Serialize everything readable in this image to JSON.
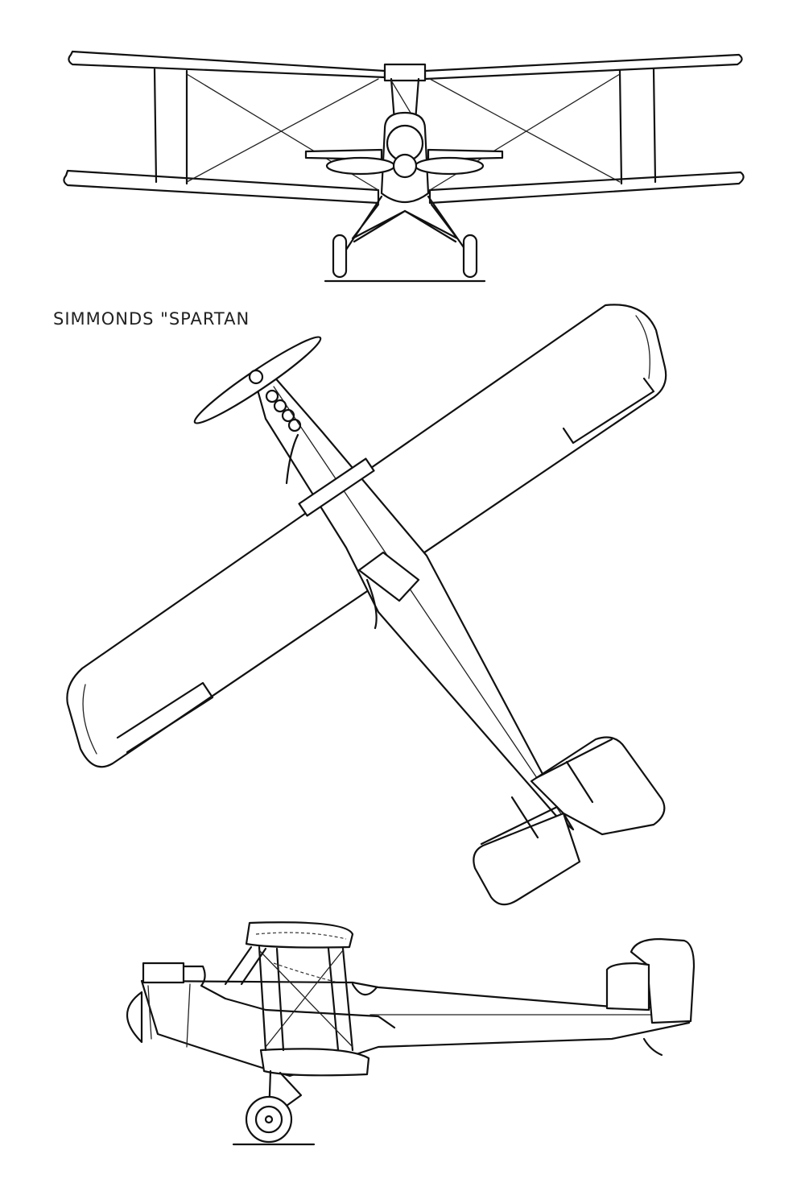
{
  "caption": "SIMMONDS \"SPARTAN",
  "views": [
    "front-view",
    "plan-view",
    "side-view"
  ]
}
